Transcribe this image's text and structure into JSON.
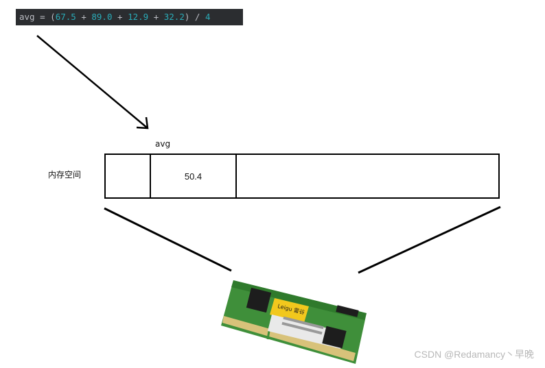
{
  "code": {
    "variable": "avg",
    "equals": " = (",
    "n1": "67.5",
    "plus1": " + ",
    "n2": "89.0",
    "plus2": " + ",
    "n3": "12.9",
    "plus3": " + ",
    "n4": "32.2",
    "tail": ") / ",
    "divisor": "4"
  },
  "diagram": {
    "variable_label": "avg",
    "memory_label": "内存空间",
    "cell_value": "50.4",
    "ram_sticker_text": "Leigu 雷谷"
  },
  "watermark": "CSDN @Redamancy丶早晚",
  "colors": {
    "code_background": "#2b2d30",
    "code_number": "#2aacb8",
    "code_text": "#bcbec4",
    "pcb_green": "#3f8f3a",
    "chip_black": "#1d1d1d",
    "gold_contacts": "#d8c27a",
    "sticker_yellow": "#f2c81d"
  },
  "icons": [
    "arrow-icon",
    "ram-module-icon"
  ]
}
